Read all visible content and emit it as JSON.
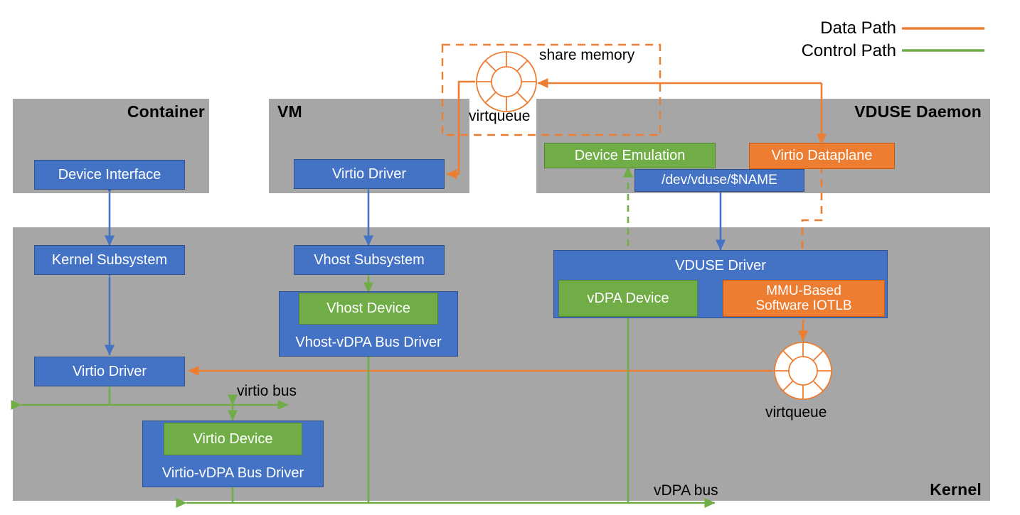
{
  "legend": {
    "data_path_label": "Data Path",
    "control_path_label": "Control Path",
    "data_path_color": "#ed7d31",
    "control_path_color": "#70ad47"
  },
  "palette": {
    "panel_gray": "#a6a6a6",
    "blue": "#4472c4",
    "green": "#70ad47",
    "orange": "#ed7d31",
    "background": "#ffffff"
  },
  "panels": [
    {
      "id": "container",
      "title": "Container"
    },
    {
      "id": "vm",
      "title": "VM"
    },
    {
      "id": "vduse_daemon",
      "title": "VDUSE Daemon"
    },
    {
      "id": "kernel",
      "title": "Kernel"
    }
  ],
  "boxes": {
    "device_interface": "Device Interface",
    "vm_virtio_driver": "Virtio Driver",
    "device_emulation": "Device Emulation",
    "dev_vduse_name": "/dev/vduse/$NAME",
    "virtio_dataplane": "Virtio Dataplane",
    "kernel_subsystem": "Kernel Subsystem",
    "vhost_subsystem": "Vhost Subsystem",
    "vhost_device": "Vhost Device",
    "vhost_vdpa_bus_driver": "Vhost-vDPA Bus Driver",
    "vduse_driver": "VDUSE Driver",
    "vdpa_device": "vDPA Device",
    "mmu_software_iotlb": "MMU-Based\nSoftware IOTLB",
    "mmu_software_iotlb_line1": "MMU-Based",
    "mmu_software_iotlb_line2": "Software IOTLB",
    "kernel_virtio_driver": "Virtio Driver",
    "virtio_device": "Virtio Device",
    "virtio_vdpa_bus_driver": "Virtio-vDPA Bus Driver"
  },
  "labels": {
    "share_memory": "share memory",
    "virtqueue_top": "virtqueue",
    "virtqueue_bottom": "virtqueue",
    "virtio_bus": "virtio bus",
    "vdpa_bus": "vDPA bus"
  },
  "icons": {
    "virtqueue_top": "virtqueue-ring-icon",
    "virtqueue_bottom": "virtqueue-ring-icon"
  }
}
